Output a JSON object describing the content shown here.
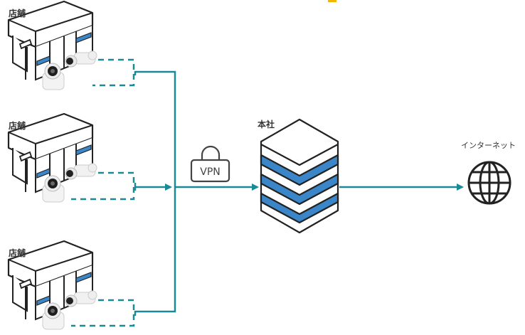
{
  "stores": [
    {
      "label": "店舗"
    },
    {
      "label": "店舗"
    },
    {
      "label": "店舗"
    }
  ],
  "vpn": {
    "label": "VPN"
  },
  "headquarters": {
    "label": "本社"
  },
  "internet": {
    "label": "インターネット"
  },
  "colors": {
    "connector": "#1a8a96",
    "accent_blue": "#3b86c8",
    "outline": "#222222",
    "highlight": "#f2b600"
  }
}
